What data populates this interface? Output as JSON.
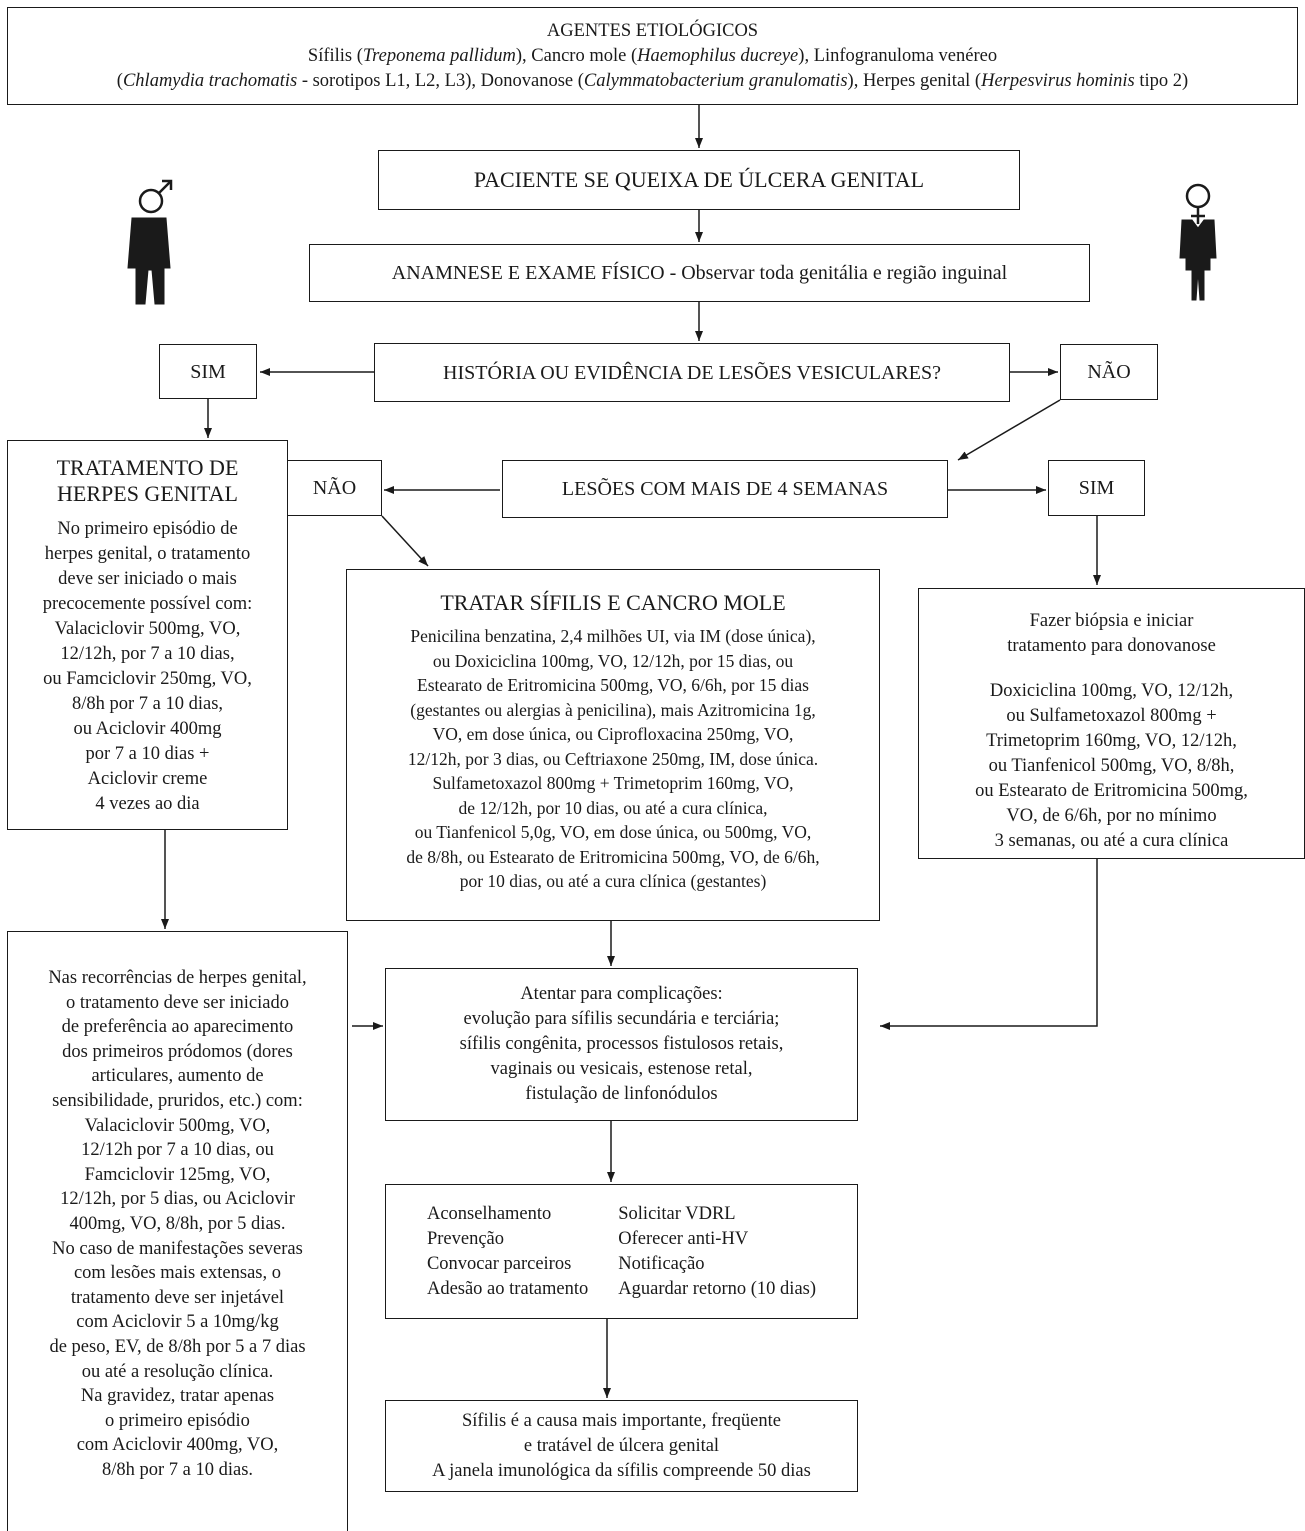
{
  "agents": {
    "title": "AGENTES ETIOLÓGICOS",
    "line1": [
      {
        "t": "Sífilis (",
        "i": false
      },
      {
        "t": "Treponema pallidum",
        "i": true
      },
      {
        "t": "), Cancro mole (",
        "i": false
      },
      {
        "t": "Haemophilus ducreye",
        "i": true
      },
      {
        "t": "), Linfogranuloma venéreo",
        "i": false
      }
    ],
    "line2": [
      {
        "t": "(",
        "i": false
      },
      {
        "t": "Chlamydia trachomatis",
        "i": true
      },
      {
        "t": " - sorotipos L1, L2, L3), Donovanose (",
        "i": false
      },
      {
        "t": "Calymmatobacterium granulomatis",
        "i": true
      },
      {
        "t": "), Herpes genital (",
        "i": false
      },
      {
        "t": "Herpesvirus hominis",
        "i": true
      },
      {
        "t": " tipo 2)",
        "i": false
      }
    ]
  },
  "complaint": "PACIENTE SE QUEIXA DE ÚLCERA GENITAL",
  "anamnese": "ANAMNESE E EXAME FÍSICO - Observar toda genitália e região inguinal",
  "vesicular_question": "HISTÓRIA OU EVIDÊNCIA DE LESÕES VESICULARES?",
  "sim_label": "SIM",
  "nao_label": "NÃO",
  "weeks_question": "LESÕES COM MAIS DE 4 SEMANAS",
  "herpes": {
    "title": [
      "TRATAMENTO DE",
      "HERPES GENITAL"
    ],
    "lines": [
      "No primeiro episódio de",
      "herpes genital, o tratamento",
      "deve ser iniciado o mais",
      "precocemente possível com:",
      "Valaciclovir 500mg, VO,",
      "12/12h, por 7 a 10 dias,",
      "ou Famciclovir 250mg, VO,",
      "8/8h por 7 a 10 dias,",
      "ou Aciclovir 400mg",
      "por 7 a 10 dias +",
      "Aciclovir creme",
      "4 vezes ao dia"
    ]
  },
  "syphilis": {
    "title": "TRATAR SÍFILIS E CANCRO MOLE",
    "lines": [
      "Penicilina benzatina, 2,4 milhões UI, via IM (dose única),",
      "ou Doxiciclina 100mg, VO, 12/12h, por 15 dias, ou",
      "Estearato de Eritromicina 500mg, VO, 6/6h, por 15 dias",
      "(gestantes ou alergias à penicilina), mais Azitromicina 1g,",
      "VO, em dose única, ou Ciprofloxacina 250mg, VO,",
      "12/12h, por 3 dias, ou Ceftriaxone 250mg, IM, dose única.",
      "Sulfametoxazol 800mg + Trimetoprim 160mg, VO,",
      "de 12/12h, por 10 dias, ou até a cura clínica,",
      "ou Tianfenicol 5,0g, VO, em dose única, ou 500mg, VO,",
      "de 8/8h, ou Estearato de Eritromicina 500mg, VO, de 6/6h,",
      "por 10 dias, ou até a cura clínica (gestantes)"
    ]
  },
  "donovanose": {
    "intro": [
      "Fazer biópsia e iniciar",
      "tratamento para donovanose"
    ],
    "lines": [
      "Doxiciclina 100mg, VO, 12/12h,",
      "ou Sulfametoxazol 800mg +",
      "Trimetoprim 160mg, VO, 12/12h,",
      "ou Tianfenicol 500mg, VO, 8/8h,",
      "ou Estearato de Eritromicina 500mg,",
      "VO, de 6/6h, por no mínimo",
      "3 semanas, ou até a cura clínica"
    ]
  },
  "recurrence": {
    "lines": [
      "Nas recorrências de herpes genital,",
      "o tratamento deve ser iniciado",
      "de preferência ao aparecimento",
      "dos primeiros pródomos (dores",
      "articulares, aumento de",
      "sensibilidade, pruridos, etc.) com:",
      "Valaciclovir 500mg, VO,",
      "12/12h por 7 a 10 dias, ou",
      "Famciclovir 125mg, VO,",
      "12/12h, por 5 dias, ou Aciclovir",
      "400mg, VO, 8/8h, por 5 dias.",
      "No caso de manifestações severas",
      "com lesões mais extensas, o",
      "tratamento deve ser injetável",
      "com Aciclovir 5 a 10mg/kg",
      "de peso, EV, de 8/8h por 5 a 7 dias",
      "ou até a resolução clínica.",
      "Na gravidez, tratar apenas",
      "o primeiro episódio",
      "com Aciclovir 400mg, VO,",
      "8/8h por 7 a 10 dias."
    ]
  },
  "complications": {
    "lines": [
      "Atentar para complicações:",
      "evolução para sífilis secundária e terciária;",
      "sífilis congênita, processos fistulosos retais,",
      "vaginais ou vesicais, estenose retal,",
      "fistulação de linfonódulos"
    ]
  },
  "actions": {
    "left": [
      "Aconselhamento",
      "Prevenção",
      "Convocar parceiros",
      "Adesão ao tratamento"
    ],
    "right": [
      "Solicitar VDRL",
      "Oferecer anti-HV",
      "Notificação",
      "Aguardar retorno (10 dias)"
    ]
  },
  "final": {
    "lines": [
      "Sífilis é a causa mais importante, freqüente",
      "e tratável de úlcera genital",
      "A janela imunológica da sífilis compreende 50 dias"
    ]
  },
  "icons": {
    "male": "male-person-icon",
    "female": "female-person-icon"
  }
}
